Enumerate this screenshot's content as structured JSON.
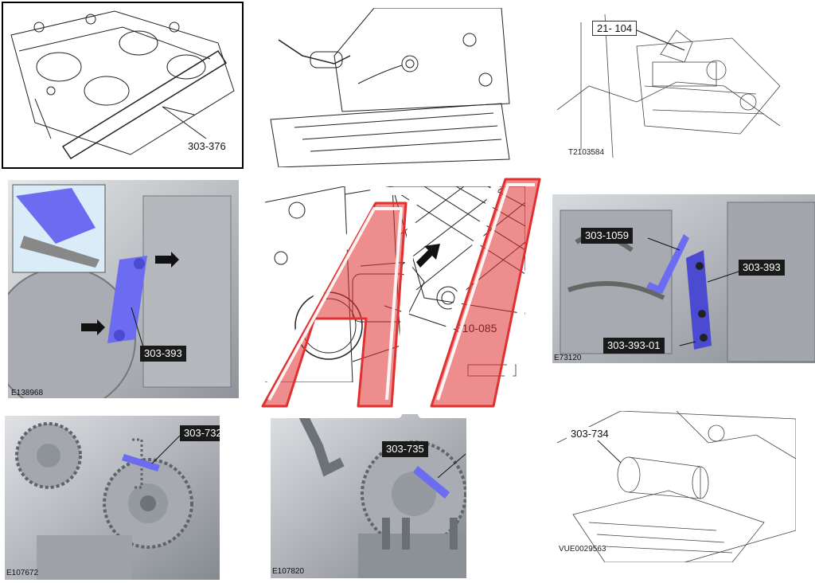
{
  "panels": [
    {
      "id": "p1",
      "callouts": [
        "303-376"
      ],
      "figure_id": ""
    },
    {
      "id": "p2",
      "callouts": [],
      "figure_id": ""
    },
    {
      "id": "p3",
      "callouts": [
        "21- 104"
      ],
      "figure_id": "T2103584"
    },
    {
      "id": "p4",
      "callouts": [
        "303-393"
      ],
      "figure_id": "E138968"
    },
    {
      "id": "p5",
      "callouts": [
        "310-085"
      ],
      "figure_id": ""
    },
    {
      "id": "p6",
      "callouts": [
        "303-1059",
        "303-393",
        "303-393-01"
      ],
      "figure_id": "E73120"
    },
    {
      "id": "p7",
      "callouts": [
        "303-732"
      ],
      "figure_id": "E107672"
    },
    {
      "id": "p8",
      "callouts": [
        "303-735"
      ],
      "figure_id": "E107820"
    },
    {
      "id": "p9",
      "callouts": [
        "303-734"
      ],
      "figure_id": "VUE0029563"
    }
  ],
  "colors": {
    "tool_blue": "#6b6cf0",
    "engine_grey": "#b8bcc2",
    "watermark_red": "#e03030",
    "callout_bg": "#1a1a1a"
  }
}
